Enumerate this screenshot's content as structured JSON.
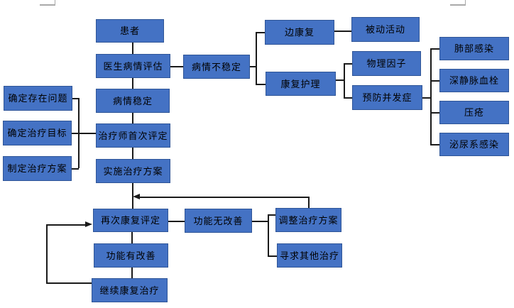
{
  "diagram": {
    "type": "flowchart",
    "colors": {
      "node_fill": "#4472c4",
      "node_border": "#2f5597",
      "connector": "#1a1a1a",
      "page_corner_mark": "#a9a9a9",
      "background": "#ffffff"
    },
    "nodes": {
      "patient": {
        "label": "患者"
      },
      "doctor_assessment": {
        "label": "医生病情评估"
      },
      "condition_stable": {
        "label": "病情稳定"
      },
      "therapist_first_eval": {
        "label": "治疗师首次评定"
      },
      "implement_plan": {
        "label": "实施治疗方案"
      },
      "reassessment": {
        "label": "再次康复评定"
      },
      "function_improved": {
        "label": "功能有改善"
      },
      "continue_rehab": {
        "label": "继续康复治疗"
      },
      "identify_problems": {
        "label": "确定存在问题"
      },
      "set_goals": {
        "label": "确定治疗目标"
      },
      "make_plan": {
        "label": "制定治疗方案"
      },
      "condition_unstable": {
        "label": "病情不稳定"
      },
      "rehab_alongside": {
        "label": "边康复"
      },
      "rehab_nursing": {
        "label": "康复护理"
      },
      "passive_activity": {
        "label": "被动活动"
      },
      "physical_factors": {
        "label": "物理因子"
      },
      "prevent_complications": {
        "label": "预防并发症"
      },
      "lung_infection": {
        "label": "肺部感染"
      },
      "deep_vein_thrombosis": {
        "label": "深静脉血栓"
      },
      "pressure_sore": {
        "label": "压疮"
      },
      "urinary_infection": {
        "label": "泌尿系感染"
      },
      "no_improvement": {
        "label": "功能无改善"
      },
      "adjust_plan": {
        "label": "调整治疗方案"
      },
      "seek_other_treatment": {
        "label": "寻求其他治疗"
      }
    }
  }
}
